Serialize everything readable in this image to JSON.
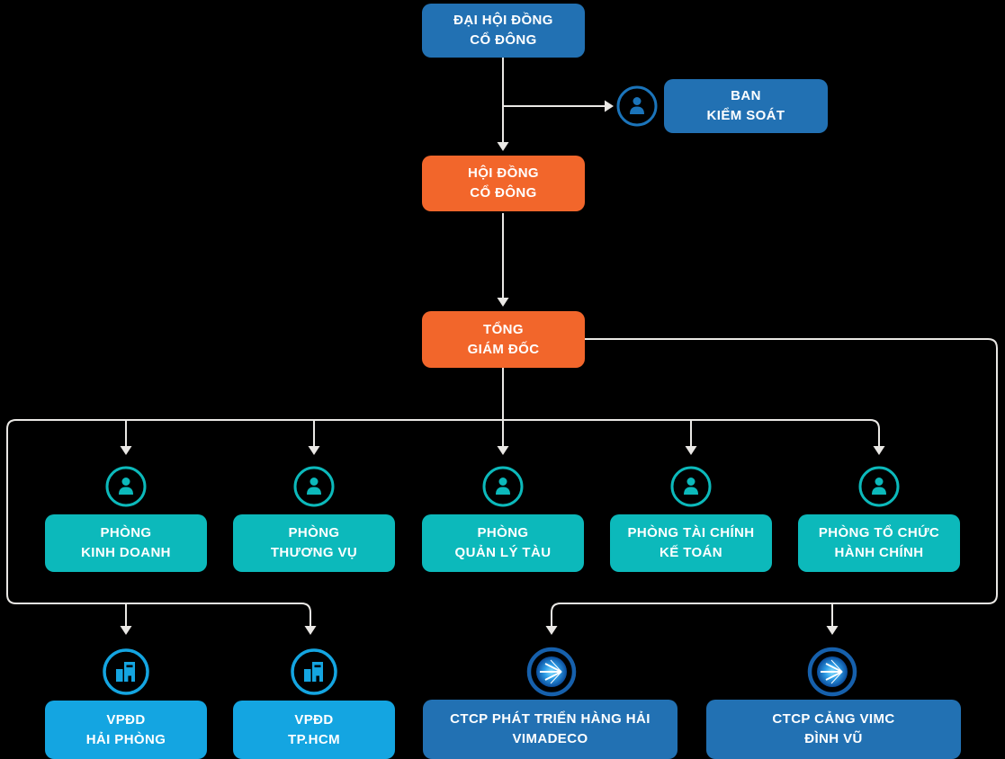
{
  "title": "Organization chart",
  "colors": {
    "background": "#000000",
    "dark_blue": "#2271B3",
    "orange": "#F2662B",
    "teal": "#0CB9BB",
    "light_blue": "#14A5E1",
    "ring_blue": "#1B74BA",
    "logo_ring_blue": "#1660AC",
    "connector_gray": "#EAE8E5"
  },
  "icons": {
    "supervisory": "person-icon",
    "department": "person-icon",
    "branch": "building-icon",
    "subsidiary": "vimc-logo-icon"
  },
  "nodes": {
    "assembly": {
      "line1": "ĐẠI HỘI ĐỒNG",
      "line2": "CỔ ĐÔNG"
    },
    "supervisory": {
      "line1": "BAN",
      "line2": "KIỂM SOÁT"
    },
    "board": {
      "line1": "HỘI ĐỒNG",
      "line2": "CỔ ĐÔNG"
    },
    "ceo": {
      "line1": "TỔNG",
      "line2": "GIÁM ĐỐC"
    },
    "departments": [
      {
        "line1": "PHÒNG",
        "line2": "KINH DOANH"
      },
      {
        "line1": "PHÒNG",
        "line2": "THƯƠNG VỤ"
      },
      {
        "line1": "PHÒNG",
        "line2": "QUẢN LÝ TÀU"
      },
      {
        "line1": "PHÒNG TÀI CHÍNH",
        "line2": "KẾ TOÁN"
      },
      {
        "line1": "PHÒNG TỔ CHỨC",
        "line2": "HÀNH CHÍNH"
      }
    ],
    "branches": [
      {
        "line1": "VPĐD",
        "line2": "HẢI PHÒNG"
      },
      {
        "line1": "VPĐD",
        "line2": "TP.HCM"
      }
    ],
    "subsidiaries": [
      {
        "line1": "CTCP PHÁT TRIỂN HÀNG HẢI",
        "line2": "VIMADECO"
      },
      {
        "line1": "CTCP CẢNG VIMC",
        "line2": "ĐÌNH VŨ"
      }
    ]
  }
}
